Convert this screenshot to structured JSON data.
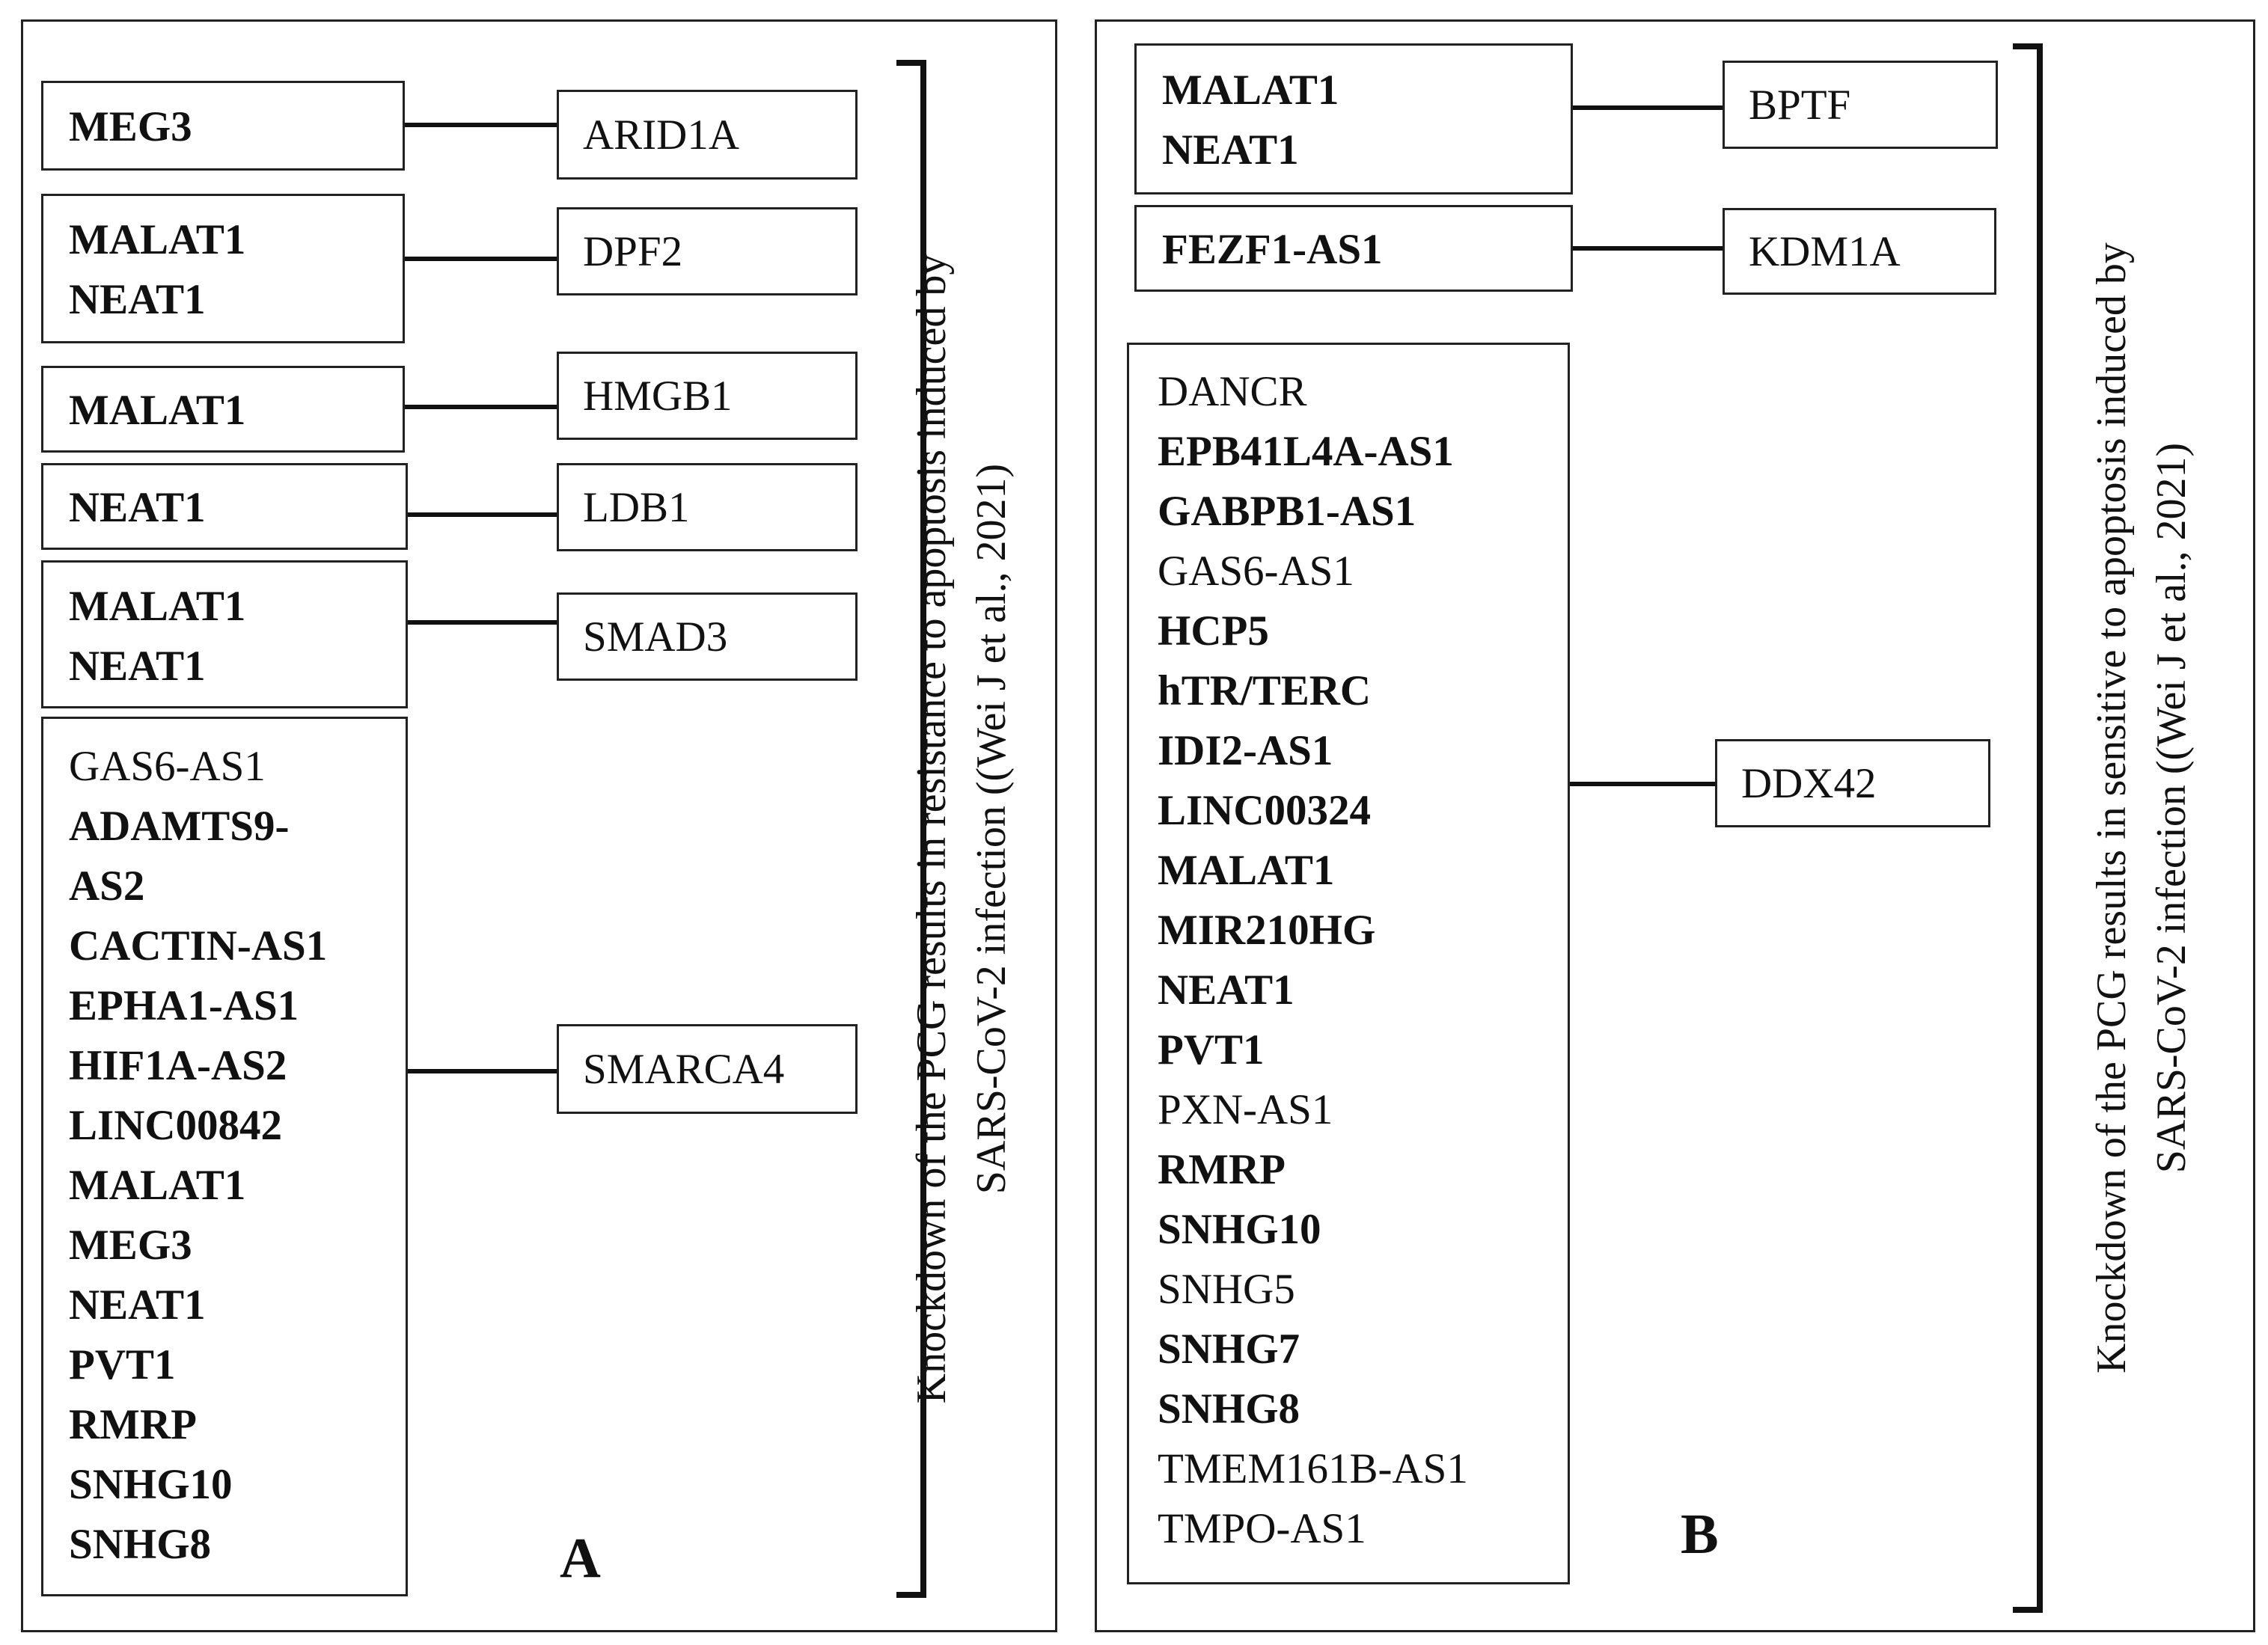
{
  "panel_a": {
    "letter": "A",
    "label_line1": "Knockdown of the PCG results in resistance to apoptosis induced by",
    "label_line2": "SARS-CoV-2 infection ((Wei J et al., 2021)",
    "groups": [
      {
        "lnc": [
          {
            "text": "MEG3",
            "bold": true
          }
        ],
        "pcg": "ARID1A"
      },
      {
        "lnc": [
          {
            "text": "MALAT1",
            "bold": true
          },
          {
            "text": "NEAT1",
            "bold": true
          }
        ],
        "pcg": "DPF2"
      },
      {
        "lnc": [
          {
            "text": "MALAT1",
            "bold": true
          }
        ],
        "pcg": "HMGB1"
      },
      {
        "lnc": [
          {
            "text": "NEAT1",
            "bold": true
          }
        ],
        "pcg": "LDB1"
      },
      {
        "lnc": [
          {
            "text": "MALAT1",
            "bold": true
          },
          {
            "text": "NEAT1",
            "bold": true
          }
        ],
        "pcg": "SMAD3"
      },
      {
        "lnc": [
          {
            "text": "GAS6-AS1",
            "bold": false
          },
          {
            "text": "ADAMTS9-",
            "bold": true
          },
          {
            "text": "AS2",
            "bold": true
          },
          {
            "text": "CACTIN-AS1",
            "bold": true
          },
          {
            "text": "EPHA1-AS1",
            "bold": true
          },
          {
            "text": "HIF1A-AS2",
            "bold": true
          },
          {
            "text": "LINC00842",
            "bold": true
          },
          {
            "text": "MALAT1",
            "bold": true
          },
          {
            "text": "MEG3",
            "bold": true
          },
          {
            "text": "NEAT1",
            "bold": true
          },
          {
            "text": "PVT1",
            "bold": true
          },
          {
            "text": "RMRP",
            "bold": true
          },
          {
            "text": "SNHG10",
            "bold": true
          },
          {
            "text": "SNHG8",
            "bold": true
          }
        ],
        "pcg": "SMARCA4"
      }
    ]
  },
  "panel_b": {
    "letter": "B",
    "label_line1": "Knockdown of the PCG results in sensitive to apoptosis induced by",
    "label_line2": "SARS-CoV-2 infection ((Wei J et al., 2021)",
    "groups": [
      {
        "lnc": [
          {
            "text": "MALAT1",
            "bold": true
          },
          {
            "text": "NEAT1",
            "bold": true
          }
        ],
        "pcg": "BPTF"
      },
      {
        "lnc": [
          {
            "text": "FEZF1-AS1",
            "bold": true
          }
        ],
        "pcg": "KDM1A"
      },
      {
        "lnc": [
          {
            "text": "DANCR",
            "bold": false
          },
          {
            "text": "EPB41L4A-AS1",
            "bold": true
          },
          {
            "text": "GABPB1-AS1",
            "bold": true
          },
          {
            "text": "GAS6-AS1",
            "bold": false
          },
          {
            "text": "HCP5",
            "bold": true
          },
          {
            "text": "hTR/TERC",
            "bold": true
          },
          {
            "text": "IDI2-AS1",
            "bold": true
          },
          {
            "text": "LINC00324",
            "bold": true
          },
          {
            "text": "MALAT1",
            "bold": true
          },
          {
            "text": "MIR210HG",
            "bold": true
          },
          {
            "text": "NEAT1",
            "bold": true
          },
          {
            "text": "PVT1",
            "bold": true
          },
          {
            "text": "PXN-AS1",
            "bold": false
          },
          {
            "text": "RMRP",
            "bold": true
          },
          {
            "text": "SNHG10",
            "bold": true
          },
          {
            "text": "SNHG5",
            "bold": false
          },
          {
            "text": "SNHG7",
            "bold": true
          },
          {
            "text": "SNHG8",
            "bold": true
          },
          {
            "text": "TMEM161B-AS1",
            "bold": false
          },
          {
            "text": "TMPO-AS1",
            "bold": false
          }
        ],
        "pcg": "DDX42"
      }
    ]
  }
}
